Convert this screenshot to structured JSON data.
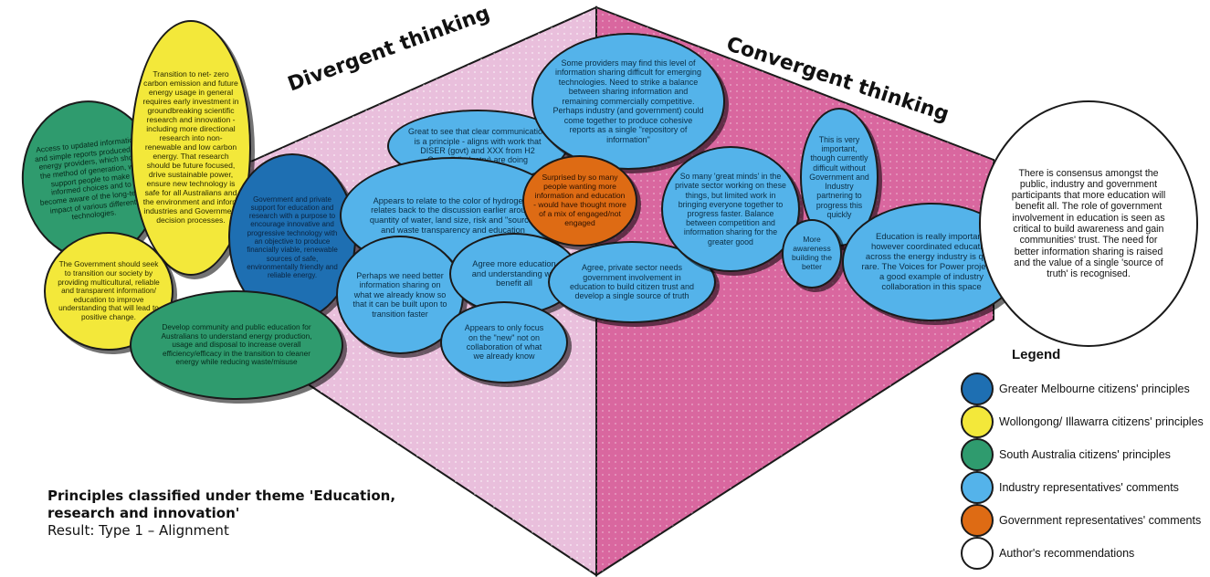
{
  "headings": {
    "divergent": "Divergent thinking",
    "convergent": "Convergent thinking"
  },
  "bubbles": {
    "sa_access": "Access to updated information and simple reports produced by energy providers, which show the method of generation, will support people to make informed choices and to become aware of the long-term impact of various different technologies.",
    "woll_transition": "Transition to net- zero carbon emission and future energy usage in general requires early investment in groundbreaking scientific research and innovation - including more directional research into non-renewable and low carbon energy. That research should be future focused, drive sustainable power, ensure new technology is safe for all Australians and the environment and inform industries and Government decision processes.",
    "woll_government": "The Government should seek to transition our society by providing multicultural, reliable and transparent information/ education to improve understanding that will lead to positive change.",
    "melb_support": "Government and private support for education and research with a purpose to encourage innovative and progressive technology with an objective to produce financially viable, renewable sources of safe, environmentally friendly and reliable energy.",
    "sa_community": "Develop community and public education for Australians to understand energy production, usage and disposal to increase overall efficiency/efficacy in the transition to cleaner energy while reducing waste/misuse",
    "ind_great": "Great to see that clear communication is a principle - aligns with work that DISER (govt) and XXX from H2 Council (industry) are doing",
    "ind_color": "Appears to relate to the color of hydrogen - relates back to the discussion earlier around quantity of water, land size, risk and \"source\" and waste transparency and education",
    "ind_better": "Perhaps we need better information sharing on what we already know so that it can be built upon to transition faster",
    "ind_agree_more": "Agree more education and understanding will benefit all",
    "ind_only": "Appears to only focus on the \"new\" not on collaboration of what we already know",
    "ind_some": "Some providers may find this level of information sharing difficult for emerging technologies. Need to strike a balance between sharing information and remaining commercially competitive. Perhaps industry (and government) could come together to produce cohesive reports as a single \"repository of information\"",
    "gov_surprised": "Surprised by so many people wanting more information and education - would have thought more of a mix of engaged/not engaged",
    "ind_agree_private": "Agree, private sector needs government involvement in education to build citizen trust and develop a single source of truth",
    "ind_great_minds": "So many 'great minds' in the private sector working on these things, but limited work in bringing everyone together to progress faster. Balance between competition and information sharing for the greater good",
    "ind_very": "This is very important, though currently difficult without Government and Industry partnering to progress this quickly",
    "ind_awareness": "More awareness building the better",
    "ind_edu": "Education is really important, however coordinated education across the energy industry is quite rare. The Voices for Power project is a good example of industry collaboration in this space",
    "auth": "There is consensus amongst the public, industry and government participants that more education will benefit all. The role of government involvement in education is seen as critical to build awareness and gain communities' trust. The need for better information sharing is raised and the value of a single 'source of truth' is recognised."
  },
  "legend": {
    "title": "Legend",
    "items": [
      {
        "label": "Greater Melbourne citizens' principles",
        "color": "#1e6fb2"
      },
      {
        "label": "Wollongong/ Illawarra citizens' principles",
        "color": "#f3e83a"
      },
      {
        "label": "South Australia citizens' principles",
        "color": "#2f9b6e"
      },
      {
        "label": "Industry representatives' comments",
        "color": "#54b3ea"
      },
      {
        "label": "Government representatives' comments",
        "color": "#de6b14"
      },
      {
        "label": "Author's recommendations",
        "color": "#ffffff"
      }
    ]
  },
  "caption": {
    "title": "Principles classified under theme 'Education, research and innovation'",
    "result": "Result: Type 1 – Alignment"
  },
  "colors": {
    "divergent_zone": "#e9bfdc",
    "convergent_zone": "#d9679f"
  }
}
